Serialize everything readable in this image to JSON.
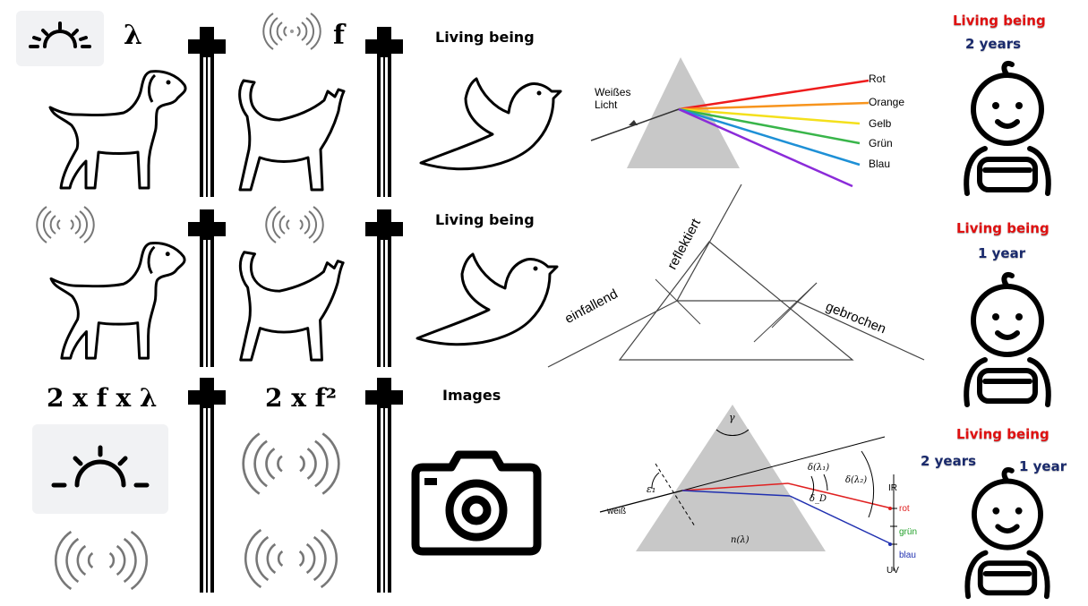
{
  "left_grid": {
    "row1": {
      "sym1": "λ",
      "sym2": "f",
      "label": "Living being"
    },
    "row2": {
      "label": "Living being"
    },
    "row3": {
      "formula1": "2 x f x λ",
      "formula2": "2 x f²",
      "label": "Images"
    }
  },
  "prism_top": {
    "incoming": "Weißes\nLicht",
    "colors": [
      "Rot",
      "Orange",
      "Gelb",
      "Grün",
      "Blau"
    ]
  },
  "prism_middle": {
    "incident": "einfallend",
    "reflected": "reflektiert",
    "refracted": "gebrochen"
  },
  "prism_bottom": {
    "gamma": "γ",
    "eps": "ε₁",
    "d1": "δ(λ₁)",
    "d2": "δ(λ₂)",
    "dd": "δ_D",
    "n": "n(λ)",
    "white": "weiß",
    "ir": "IR",
    "rot": "rot",
    "gruen": "grün",
    "blau": "blau",
    "uv": "UV"
  },
  "right_column": {
    "b1": {
      "title": "Living being",
      "age": "2 years"
    },
    "b2": {
      "title": "Living being",
      "age": "1 year"
    },
    "b3": {
      "title": "Living being",
      "age_a": "2 years",
      "age_b": "1 year"
    }
  },
  "colors": {
    "living_red": "#e01010",
    "age_blue": "#1a2a6c",
    "prism_gray": "#c8c8c8",
    "spectrum": [
      "#ee1c1c",
      "#f7941d",
      "#f4e01c",
      "#39b54a",
      "#1e90d6",
      "#8b2bd9"
    ]
  }
}
